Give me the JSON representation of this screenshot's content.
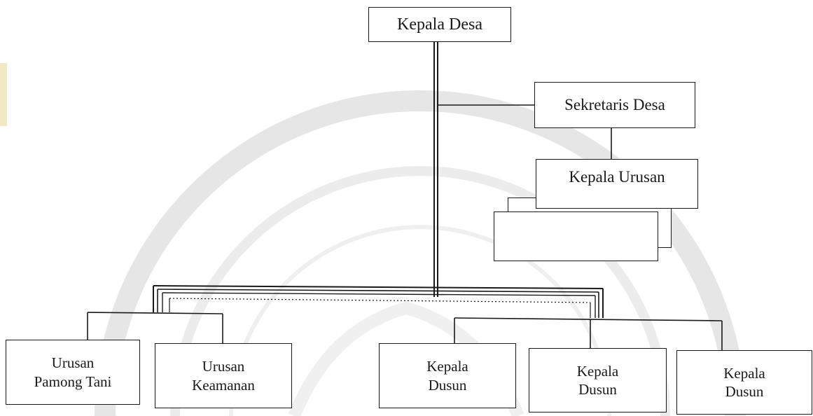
{
  "org_chart": {
    "head": {
      "label": "Kepala Desa"
    },
    "secretary": {
      "label": "Sekretaris Desa"
    },
    "affairs_head": {
      "label": "Kepala Urusan"
    },
    "affairs_extra_1": {
      "label": ""
    },
    "affairs_extra_2": {
      "label": ""
    },
    "units": [
      {
        "line1": "Urusan",
        "line2": "Pamong Tani"
      },
      {
        "line1": "Urusan",
        "line2": "Keamanan"
      },
      {
        "line1": "Kepala",
        "line2": "Dusun"
      },
      {
        "line1": "Kepala",
        "line2": "Dusun"
      },
      {
        "line1": "Kepala",
        "line2": "Dusun"
      }
    ]
  },
  "colors": {
    "line": "#1a1a1a",
    "watermark": "#e8e8e8",
    "watermark_accent": "#f3e8c4"
  }
}
